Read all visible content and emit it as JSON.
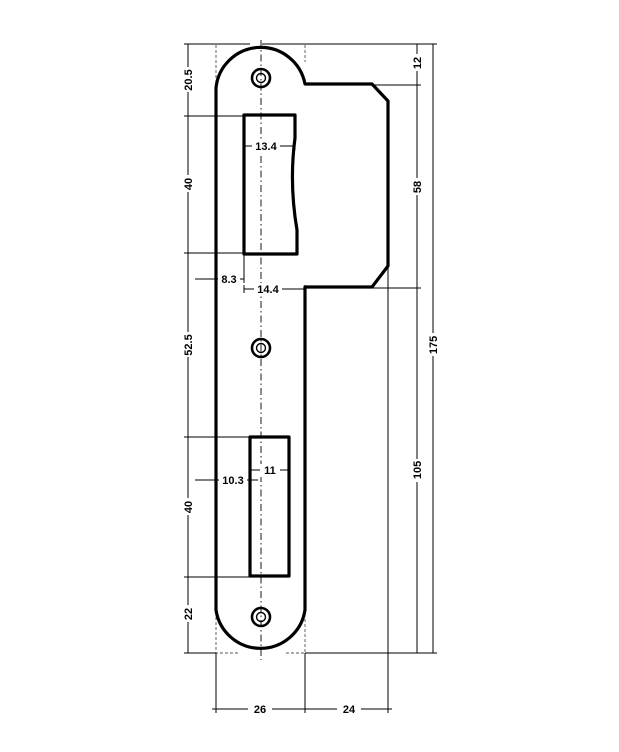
{
  "dimensions": {
    "d_20_5": "20.5",
    "d_40_top": "40",
    "d_52_5": "52.5",
    "d_40_bottom": "40",
    "d_22": "22",
    "d_12": "12",
    "d_58": "58",
    "d_105": "105",
    "d_175": "175",
    "d_13_4": "13.4",
    "d_8_3": "8.3",
    "d_14_4": "14.4",
    "d_11": "11",
    "d_10_3": "10.3",
    "d_26": "26",
    "d_24": "24"
  }
}
